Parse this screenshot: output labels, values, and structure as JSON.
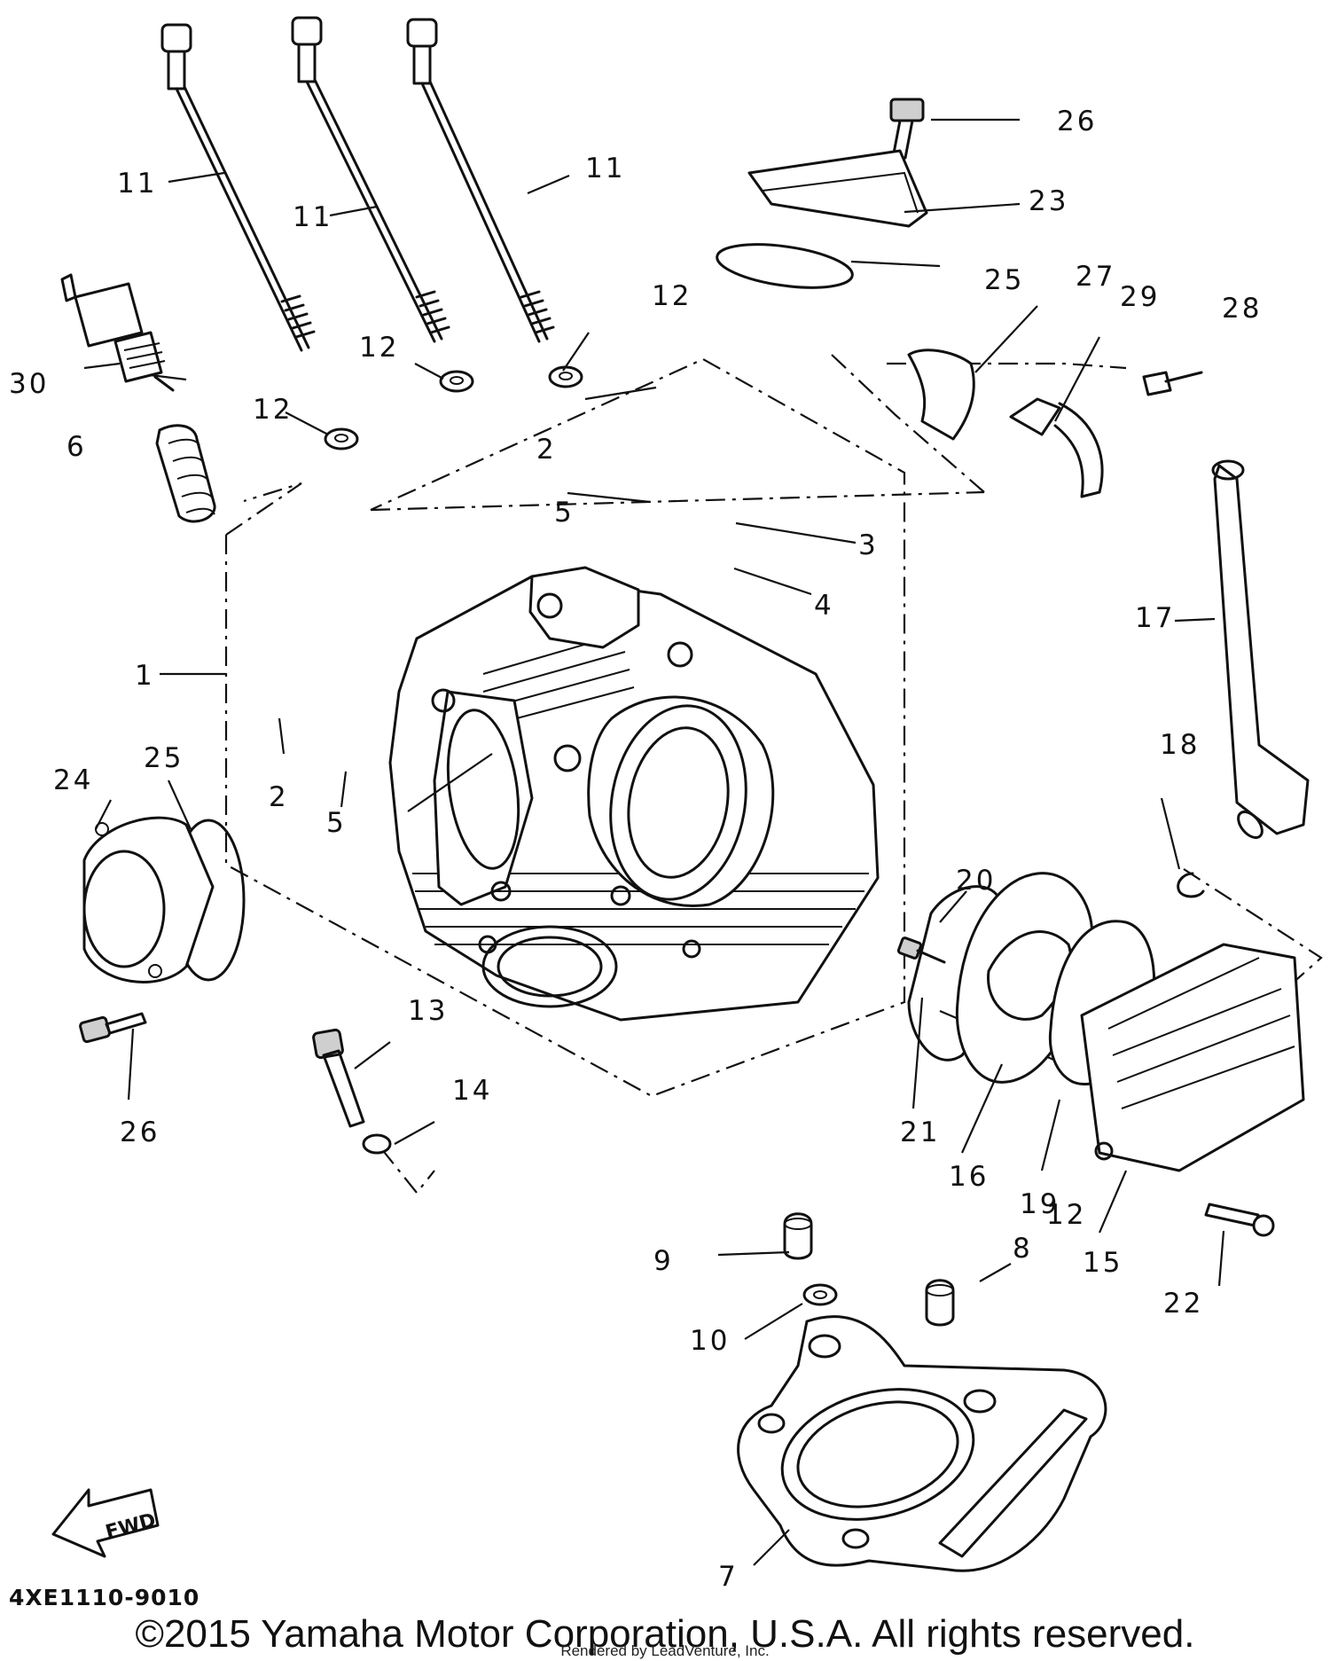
{
  "diagram": {
    "callouts": [
      "11",
      "11",
      "11",
      "12",
      "12",
      "12",
      "12",
      "26",
      "23",
      "25",
      "27",
      "29",
      "28",
      "30",
      "6",
      "2",
      "5",
      "3",
      "4",
      "1",
      "17",
      "2",
      "5",
      "24",
      "25",
      "18",
      "20",
      "26",
      "13",
      "14",
      "21",
      "16",
      "19",
      "15",
      "22",
      "9",
      "8",
      "10",
      "7"
    ],
    "drawing_code": "4XE1110-9010",
    "fwd_mark": "FWD"
  },
  "footer": {
    "copyright": "©2015 Yamaha Motor Corporation, U.S.A. All rights reserved.",
    "rendered_by": "Rendered by LeadVenture, Inc."
  }
}
